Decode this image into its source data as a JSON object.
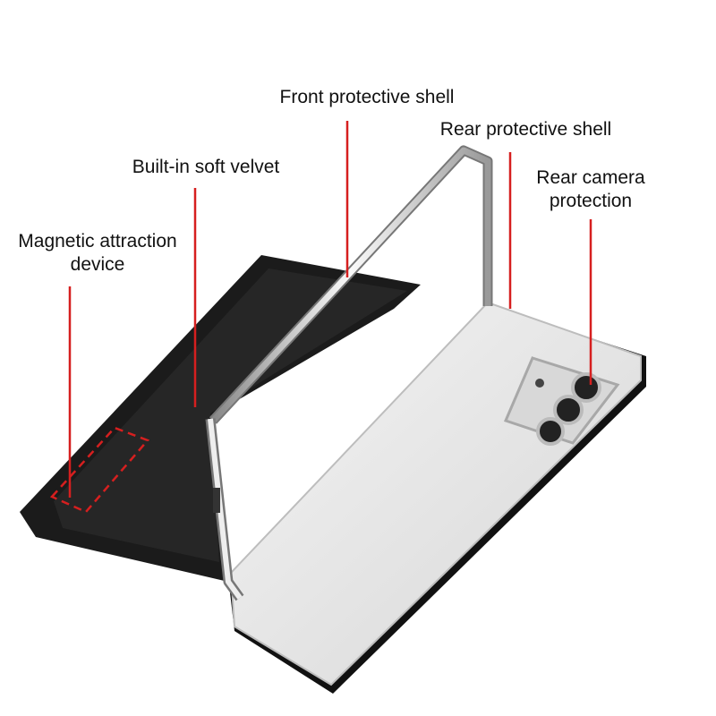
{
  "labels": {
    "front_shell": "Front protective shell",
    "rear_shell": "Rear protective shell",
    "rear_camera_line1": "Rear camera",
    "rear_camera_line2": "protection",
    "velvet": "Built-in soft velvet",
    "magnetic_line1": "Magnetic attraction",
    "magnetic_line2": "device"
  },
  "colors": {
    "annotation": "#d61f1f",
    "cover": "#1b1b1b",
    "shell": "#e6e6e6"
  }
}
